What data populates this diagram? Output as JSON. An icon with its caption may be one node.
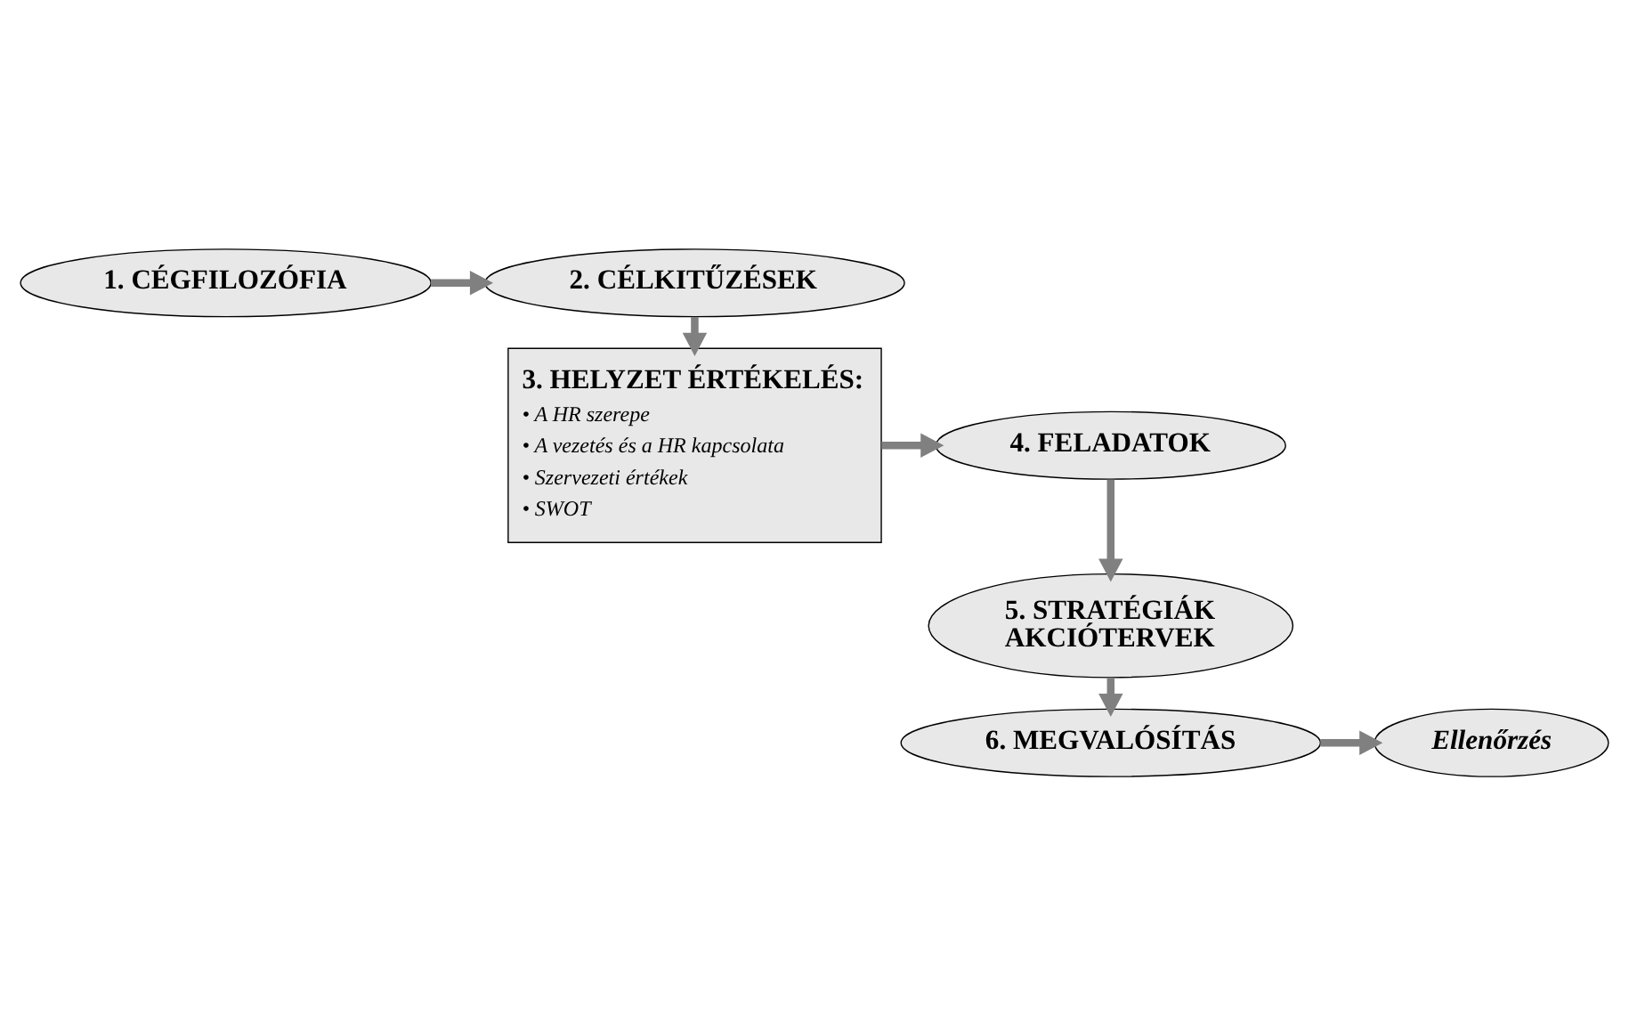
{
  "diagram": {
    "nodes": [
      {
        "text": [
          "1. CÉGFILOZÓFIA"
        ]
      },
      {
        "text": [
          "2. CÉLKITŰZÉSEK"
        ]
      },
      {
        "text": [
          "3. HELYZET ÉRTÉKELÉS:",
          "• A HR szerepe",
          "• A vezetés és a HR kapcsolata",
          "• Szervezeti értékek",
          "• SWOT"
        ]
      },
      {
        "text": [
          "4. FELADATOK"
        ]
      },
      {
        "text": [
          "5. STRATÉGIÁK AKCIÓTERVEK"
        ]
      },
      {
        "text": [
          "6. MEGVALÓSÍTÁS"
        ]
      },
      {
        "text": [
          "Ellenőrzés"
        ]
      }
    ],
    "edges": [
      {
        "from": 0,
        "to": 1,
        "arrow": "to"
      },
      {
        "from": 1,
        "to": 2,
        "arrow": "to"
      },
      {
        "from": 2,
        "to": 3,
        "arrow": "to"
      },
      {
        "from": 3,
        "to": 4,
        "arrow": "to"
      },
      {
        "from": 4,
        "to": 5,
        "arrow": "to"
      },
      {
        "from": 5,
        "to": 6,
        "arrow": "to"
      }
    ]
  }
}
